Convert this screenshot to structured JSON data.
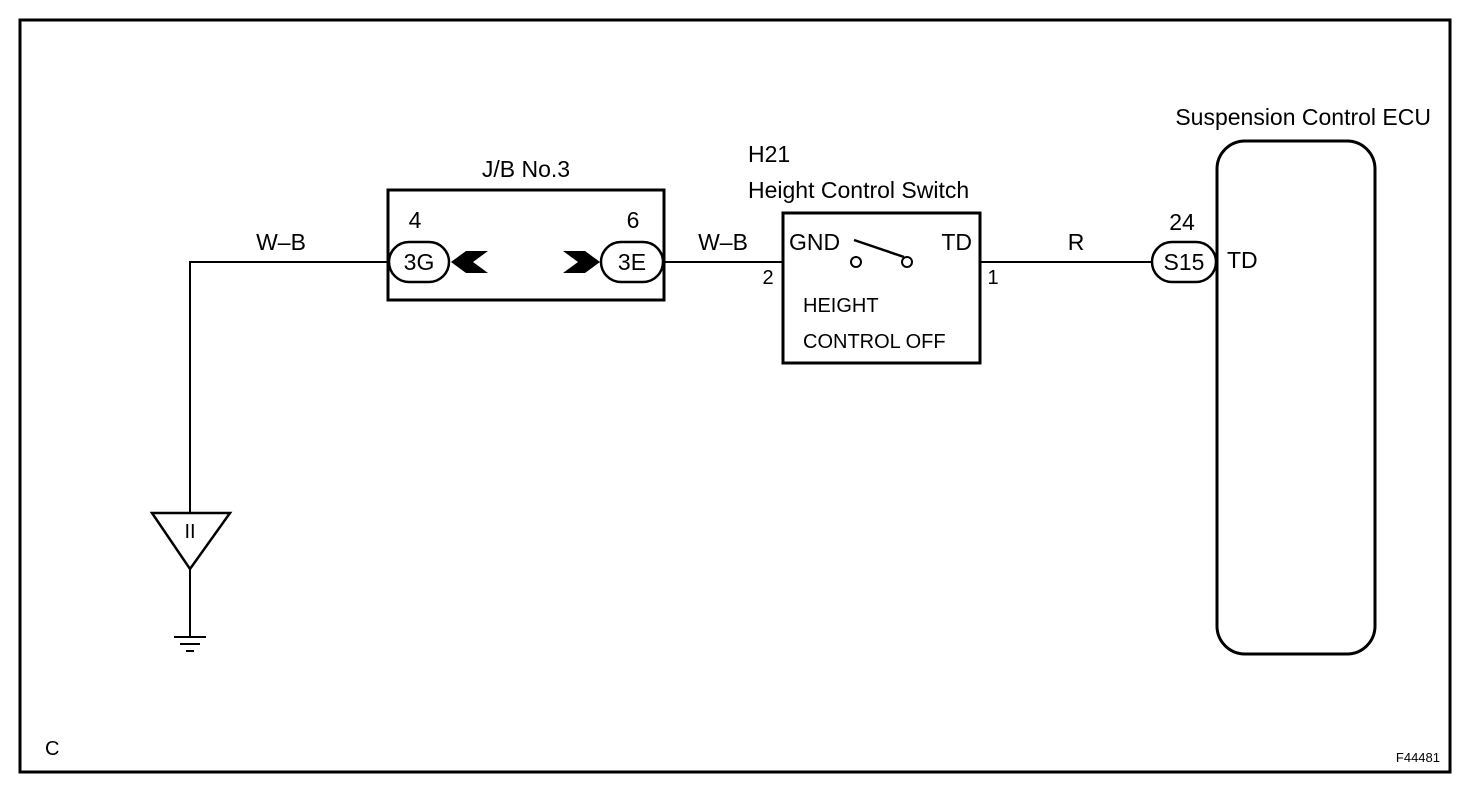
{
  "frame_letter": "C",
  "figure_code": "F44481",
  "junction_block": {
    "title": "J/B No.3",
    "left_pin": "4",
    "left_connector": "3G",
    "right_pin": "6",
    "right_connector": "3E"
  },
  "switch": {
    "code": "H21",
    "name": "Height Control Switch",
    "gnd_label": "GND",
    "td_label": "TD",
    "pin_left": "2",
    "pin_right": "1",
    "caption_line1": "HEIGHT",
    "caption_line2": "CONTROL OFF"
  },
  "ecu": {
    "name": "Suspension Control ECU",
    "pin": "24",
    "connector": "S15",
    "terminal": "TD"
  },
  "wires": {
    "ground_wire": "W–B",
    "jb_to_switch": "W–B",
    "switch_to_ecu": "R"
  },
  "ground_point": {
    "label": "II"
  }
}
